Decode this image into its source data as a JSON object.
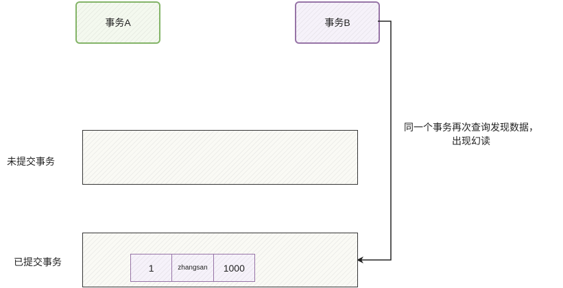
{
  "transaction_a": {
    "label": "事务A",
    "color": "#82b366"
  },
  "transaction_b": {
    "label": "事务B",
    "color": "#9673a6"
  },
  "uncommitted": {
    "label": "未提交事务"
  },
  "committed": {
    "label": "已提交事务",
    "row": [
      "1",
      "zhangsan",
      "1000"
    ]
  },
  "arrow_note": {
    "line1": "同一个事务再次查询发现数据，",
    "line2": "出现幻读"
  }
}
